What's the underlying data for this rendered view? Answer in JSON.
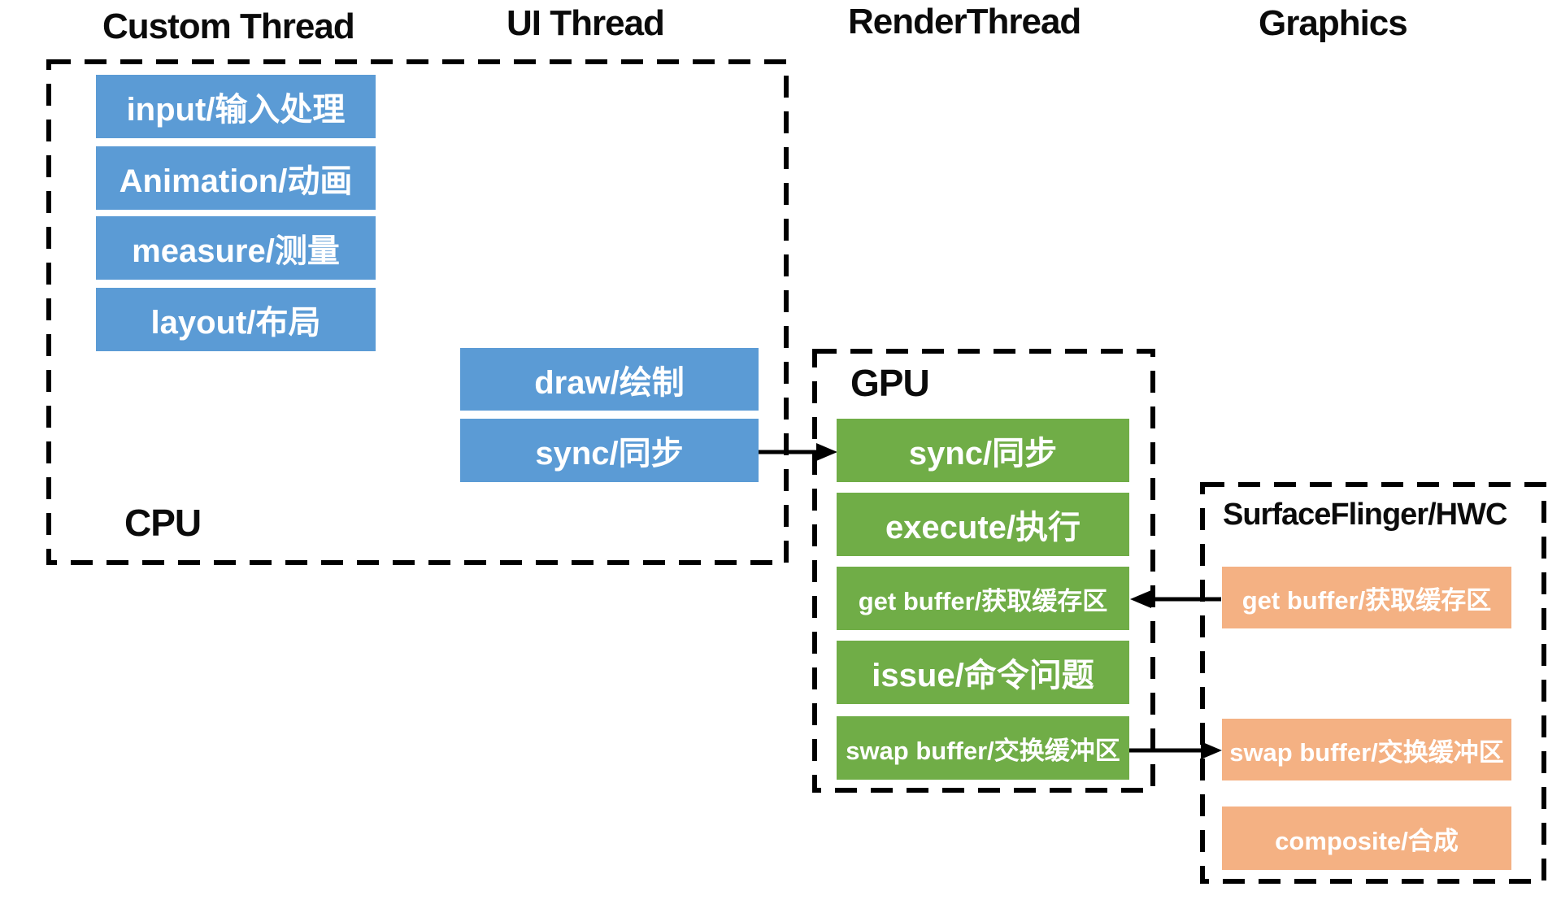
{
  "headers": {
    "custom_thread": "Custom Thread",
    "ui_thread": "UI Thread",
    "render_thread": "RenderThread",
    "graphics": "Graphics"
  },
  "cpu_region": {
    "label": "CPU",
    "custom_thread_steps": [
      "input/输入处理",
      "Animation/动画",
      "measure/测量",
      "layout/布局"
    ],
    "ui_thread_steps": [
      "draw/绘制",
      "sync/同步"
    ]
  },
  "gpu_region": {
    "label": "GPU",
    "steps": [
      "sync/同步",
      "execute/执行",
      "get buffer/获取缓存区",
      "issue/命令问题",
      "swap buffer/交换缓冲区"
    ]
  },
  "surfaceflinger_region": {
    "label": "SurfaceFlinger/HWC",
    "steps": [
      "get buffer/获取缓存区",
      "swap buffer/交换缓冲区",
      "composite/合成"
    ]
  },
  "colors": {
    "cpu_box": "#5B9BD5",
    "gpu_box": "#70AD47",
    "graphics_box": "#F4B183",
    "text_on_box": "#FFFFFF",
    "outline": "#000000"
  }
}
